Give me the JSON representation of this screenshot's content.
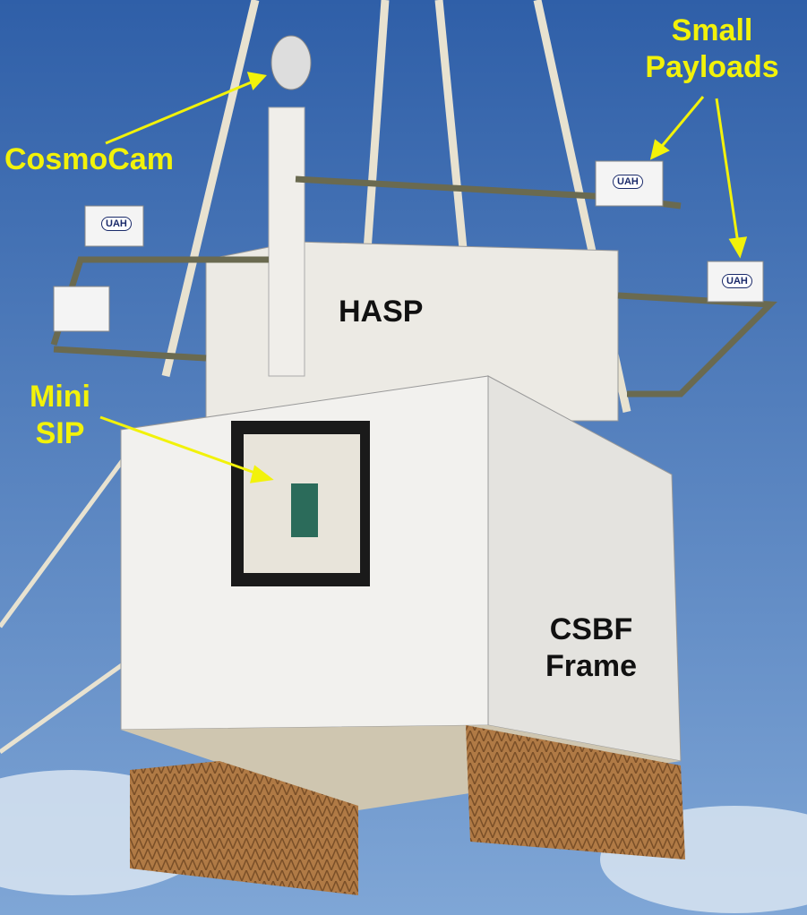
{
  "labels": {
    "small_payloads": [
      "Small",
      "Payloads"
    ],
    "cosmocam": "CosmoCam",
    "hasp": "HASP",
    "mini_sip": [
      "Mini",
      "SIP"
    ],
    "csbf_frame": [
      "CSBF",
      "Frame"
    ]
  },
  "box_badges": [
    "UAH",
    "UAH",
    "UAH"
  ],
  "colors": {
    "sky_top": "#2f5fa8",
    "sky_bottom": "#6f9ad0",
    "annotation": "#f2f20a",
    "cardboard": "#b07a45"
  }
}
